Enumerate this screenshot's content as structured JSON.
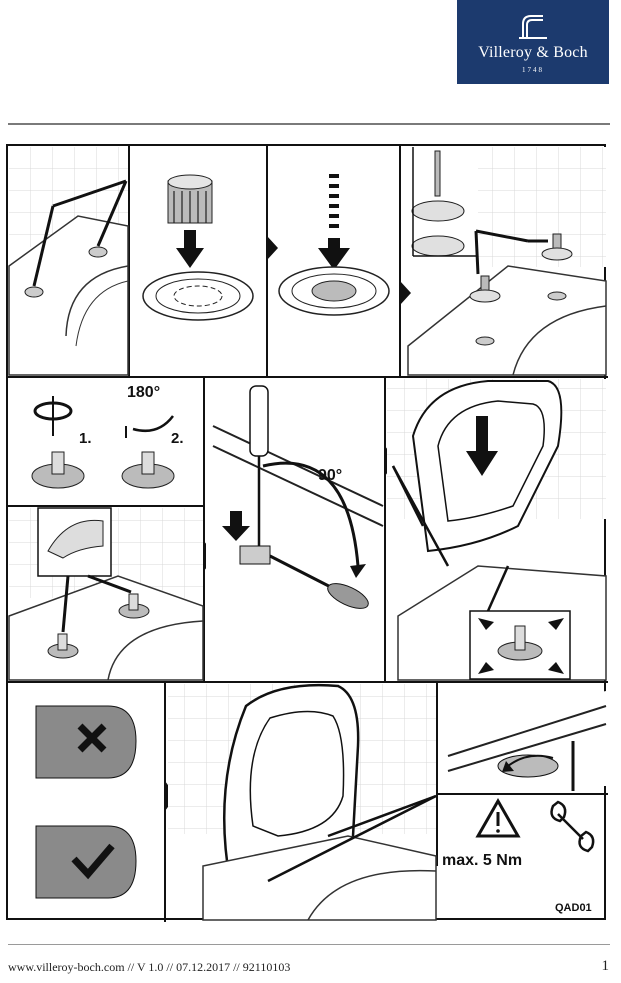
{
  "header": {
    "brand": "Villeroy & Boch",
    "year": "1748"
  },
  "steps": {
    "rotation_angle": "180°",
    "step_one": "1.",
    "step_two": "2.",
    "turn_angle": "90°",
    "torque": "max. 5 Nm",
    "diagram_code": "QAD01"
  },
  "icons": {
    "wrong": "cross-mark-icon",
    "correct": "check-mark-icon",
    "warning": "warning-triangle-icon",
    "tool": "wrench-icon"
  },
  "footer": {
    "text": "www.villeroy-boch.com // V 1.0 // 07.12.2017 // 92110103",
    "page": "1"
  },
  "colors": {
    "brand_blue": "#1c3a6e",
    "panel_grey": "#8a8a8a"
  }
}
